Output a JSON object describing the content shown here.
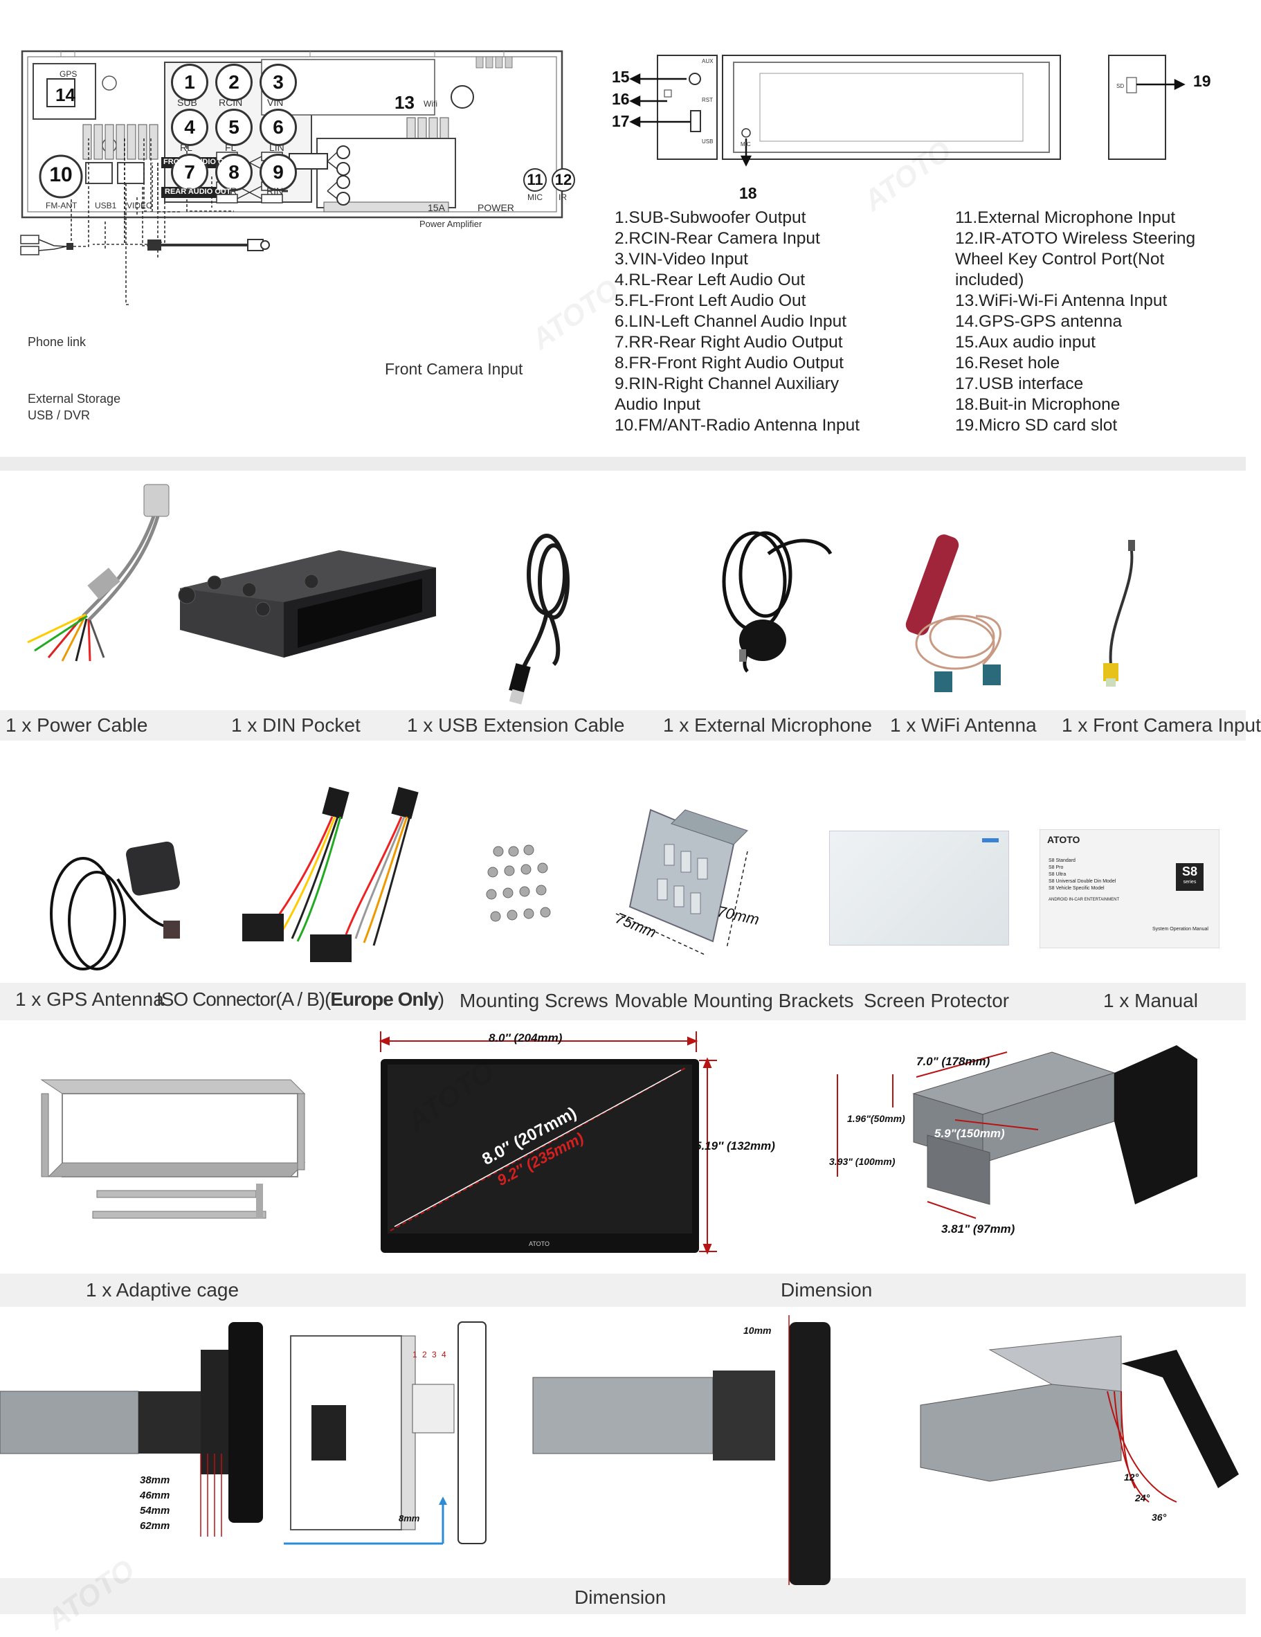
{
  "panel": {
    "ports": [
      {
        "n": "1",
        "label": "SUB"
      },
      {
        "n": "2",
        "label": "RCIN"
      },
      {
        "n": "3",
        "label": "VIN"
      },
      {
        "n": "4",
        "label": "RL"
      },
      {
        "n": "5",
        "label": "FL"
      },
      {
        "n": "6",
        "label": "LIN"
      },
      {
        "n": "7",
        "label": "RR"
      },
      {
        "n": "8",
        "label": "FR"
      },
      {
        "n": "9",
        "label": "RIN"
      }
    ],
    "gps_label": "GPS",
    "gps_num": "14",
    "fm_num": "10",
    "fm_label": "FM-ANT",
    "usb1_label": "USB1",
    "video_label": "VIDEO",
    "wifi_num": "13",
    "wifi_label": "Wifi",
    "fuse_label": "15A",
    "power_label": "POWER",
    "mic_num": "11",
    "mic_label": "MIC",
    "ir_num": "12",
    "ir_label": "IR",
    "front_audio_out": "FRONT AUDIO OUT",
    "rear_audio_out": "REAR AUDIO OUT",
    "power_amplifier": "Power Amplifier",
    "phone_link": "Phone link",
    "external_storage_1": "External Storage",
    "external_storage_2": "USB / DVR",
    "front_camera_input": "Front Camera Input"
  },
  "side": {
    "c15": "15",
    "c16": "16",
    "c17": "17",
    "c18": "18",
    "c19": "19",
    "aux": "AUX",
    "rst": "RST",
    "usb": "USB",
    "mic": "MIC",
    "sd": "SD"
  },
  "legend_left": [
    "1.SUB-Subwoofer Output",
    "2.RCIN-Rear Camera Input",
    "3.VIN-Video Input",
    "4.RL-Rear Left  Audio Out",
    "5.FL-Front Left  Audio Out",
    "6.LIN-Left  Channel  Audio Input",
    "7.RR-Rear Right  Audio Output",
    "8.FR-Front Right  Audio Output",
    "9.RIN-Right Channel Auxiliary",
    "Audio Input",
    "10.FM/ANT-Radio  Antenna Input"
  ],
  "legend_right": [
    "11.External Microphone Input",
    "12.IR-ATOTO Wireless Steering",
    " Wheel Key Control Port(Not",
    " included)",
    "13.WiFi-Wi-Fi Antenna Input",
    "14.GPS-GPS antenna",
    "15.Aux audio input",
    "16.Reset hole",
    "17.USB interface",
    "18.Buit-in Microphone",
    "19.Micro SD card slot"
  ],
  "accessories_row1": [
    "1 x Power Cable",
    "1 x DIN Pocket",
    "1 x USB Extension Cable",
    "1 x External Microphone",
    "1 x WiFi Antenna",
    "1 x Front Camera Input"
  ],
  "accessories_row2": {
    "gps": "1 x GPS Antenna",
    "iso_prefix": "ISO Connector(A / B)(",
    "iso_bold": "Europe Only",
    "iso_suffix": ")",
    "screws": "Mounting Screws",
    "brackets": "Movable Mounting Brackets",
    "protector": "Screen Protector",
    "manual": "1 x Manual"
  },
  "bracket_dims": {
    "a": "75mm",
    "b": "70mm"
  },
  "manual_box": {
    "brand": "ATOTO",
    "models": [
      "S8 Standard",
      "S8 Pro",
      "S8 Ultra",
      "S8 Universal Double Din Model",
      "S8 Vehicle Specific Model"
    ],
    "series": "S8",
    "series_sub": "series",
    "android": "ANDROID IN-CAR ENTERTAINMENT",
    "footer": "System Operation Manual"
  },
  "row3": {
    "cage_caption": "1 x Adaptive cage",
    "dimension_caption": "Dimension",
    "screen_width": "8.0″ (204mm)",
    "screen_height": "5.19″ (132mm)",
    "diag_a": "8.0″ (207mm)",
    "diag_b": "9.2″ (235mm)",
    "screen_brand": "ATOTO",
    "depth": "7.0\" (178mm)",
    "h1": "1.96\"(50mm)",
    "h2": "3.93\" (100mm)",
    "w150": "5.9\"(150mm)",
    "w97": "3.81\" (97mm)"
  },
  "row4": {
    "offsets": [
      "38mm",
      "46mm",
      "54mm",
      "62mm"
    ],
    "positions": [
      "1",
      "2",
      "3",
      "4"
    ],
    "eight": "8mm",
    "ten": "10mm",
    "angles": [
      "12°",
      "24°",
      "36°"
    ],
    "caption": "Dimension"
  },
  "watermark": "ATOTO"
}
